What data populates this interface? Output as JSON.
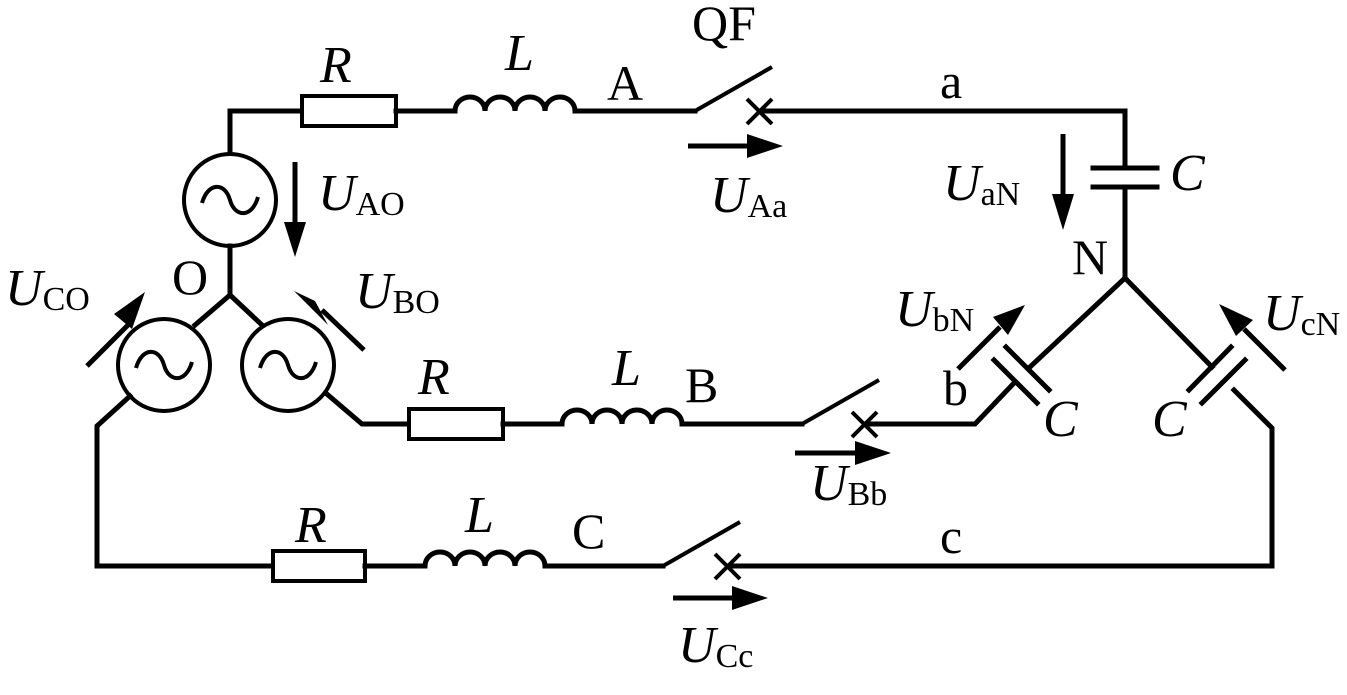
{
  "title": "Three-phase circuit with breaker QF and star-connected capacitor load",
  "sources": [
    {
      "id": "A",
      "symbol": "ac-source",
      "voltage_label": {
        "main": "U",
        "sub": "AO"
      }
    },
    {
      "id": "B",
      "symbol": "ac-source",
      "voltage_label": {
        "main": "U",
        "sub": "BO"
      }
    },
    {
      "id": "C",
      "symbol": "ac-source",
      "voltage_label": {
        "main": "U",
        "sub": "CO"
      }
    }
  ],
  "source_neutral": "O",
  "load_neutral": "N",
  "breaker_label": "QF",
  "phases": [
    {
      "source_node": "A",
      "load_node": "a",
      "resistor": "R",
      "inductor": "L",
      "breaker_voltage": {
        "main": "U",
        "sub": "Aa"
      },
      "load_voltage": {
        "main": "U",
        "sub": "aN"
      },
      "capacitor": "C"
    },
    {
      "source_node": "B",
      "load_node": "b",
      "resistor": "R",
      "inductor": "L",
      "breaker_voltage": {
        "main": "U",
        "sub": "Bb"
      },
      "load_voltage": {
        "main": "U",
        "sub": "bN"
      },
      "capacitor": "C"
    },
    {
      "source_node": "C",
      "load_node": "c",
      "resistor": "R",
      "inductor": "L",
      "breaker_voltage": {
        "main": "U",
        "sub": "Cc"
      },
      "load_voltage": {
        "main": "U",
        "sub": "cN"
      },
      "capacitor": "C"
    }
  ]
}
